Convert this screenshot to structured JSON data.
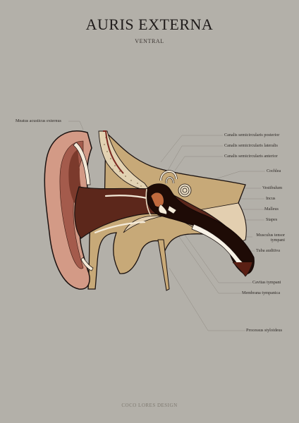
{
  "title": "AURIS EXTERNA",
  "subtitle": "VENTRAL",
  "footer": "COCO LORES DESIGN",
  "colors": {
    "background": "#b3b0a9",
    "auricle": "#d89f8c",
    "canal": "#5a2518",
    "bone": "#e0c9a0",
    "tissue": "#c8a06a",
    "cavity": "#1f0a06"
  },
  "labels": {
    "meatus": "Meatus acusticus externus",
    "canalis_posterior": "Canalis semicircularis posterior",
    "canalis_lateralis": "Canalis semicircularis lateralis",
    "canalis_anterior": "Canalis semicircularis anterior",
    "cochlea": "Cochlea",
    "vestibulum": "Vestibulum",
    "incus": "Incus",
    "malleus": "Malleus",
    "stapes": "Stapes",
    "musculus_l1": "Musculus tensor",
    "musculus_l2": "tympani",
    "tuba": "Tuba auditiva",
    "cavitas": "Cavitas tympani",
    "membrana": "Membrana tympanica",
    "processus": "Processus styloideus"
  }
}
